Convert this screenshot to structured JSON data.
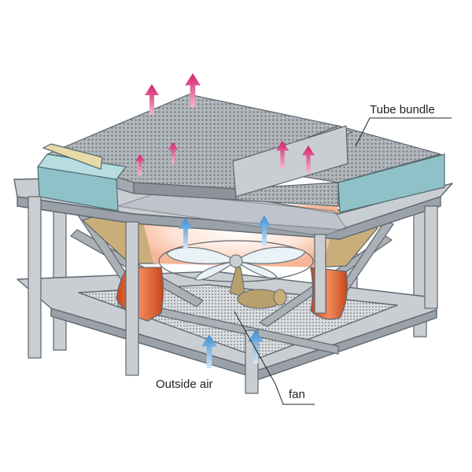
{
  "labels": {
    "tube_bundle": "Tube bundle",
    "outside_air": "Outside air",
    "fan": "fan"
  },
  "colors": {
    "frame": "#c9ced3",
    "frame_edge": "#5f666d",
    "tube_panel": "#a9aeb3",
    "header": "#8fc2c8",
    "duct": "#e0622f",
    "plenum": "#c9ae7a",
    "hot_air_arrow": "#d61f6c",
    "cool_air_arrow": "#3a8fd6",
    "fan_blade": "#e9f2f7"
  },
  "icons": {
    "hot_air": "up-arrow-icon",
    "outside_air": "up-arrow-icon",
    "fan": "fan-icon"
  }
}
